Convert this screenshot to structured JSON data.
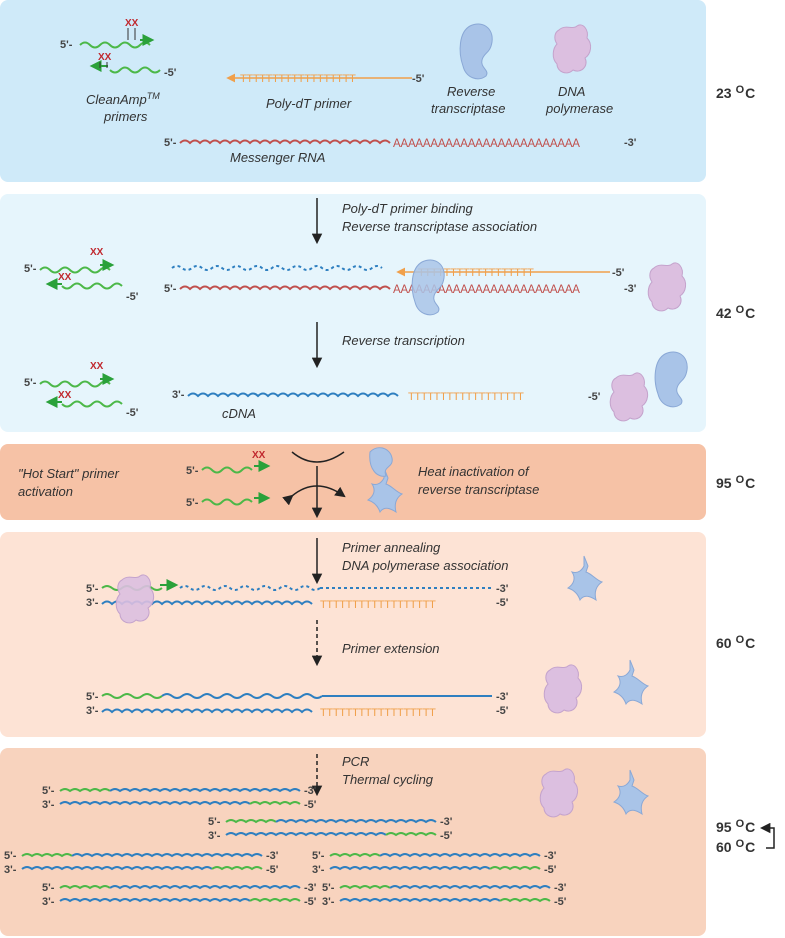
{
  "panels": {
    "p1": {
      "temp": "23",
      "unit": "C",
      "primers": "CleanAmp",
      "tm": "TM",
      "primers2": "primers",
      "polydt": "Poly-dT primer",
      "rt1": "Reverse",
      "rt2": "transcriptase",
      "dna1": "DNA",
      "dna2": "polymerase",
      "mrna": "Messenger RNA",
      "polyA": "AAAAAAAAAAAAAAAAAAAAAAAAA",
      "tees": "TTTTTTTTTTTTTTTTTT"
    },
    "p2": {
      "temp": "42",
      "unit": "C",
      "step1a": "Poly-dT primer binding",
      "step1b": "Reverse transcriptase association",
      "step2": "Reverse transcription",
      "cdna": "cDNA"
    },
    "p3": {
      "temp": "95",
      "unit": "C",
      "hs1": "\"Hot Start\" primer",
      "hs2": "activation",
      "heat1": "Heat inactivation of",
      "heat2": "reverse transcriptase"
    },
    "p4": {
      "temp": "60",
      "unit": "C",
      "anneal1": "Primer annealing",
      "anneal2": "DNA polymerase association",
      "extension": "Primer extension"
    },
    "p5": {
      "temp_hi": "95",
      "temp_lo": "60",
      "unit": "C",
      "pcr1": "PCR",
      "pcr2": "Thermal cycling"
    }
  },
  "ends": {
    "five": "5'-",
    "three": "3'-",
    "m5": "-5'",
    "m3": "-3'"
  },
  "modifier": "XX",
  "colors": {
    "rna": "#c0504d",
    "dna": "#2e7fc0",
    "primer": "#4cb848",
    "polydt": "#f0a04b",
    "rt": "#a9c4e8",
    "pol": "#dcbfe0",
    "mod": "#c0272d"
  }
}
